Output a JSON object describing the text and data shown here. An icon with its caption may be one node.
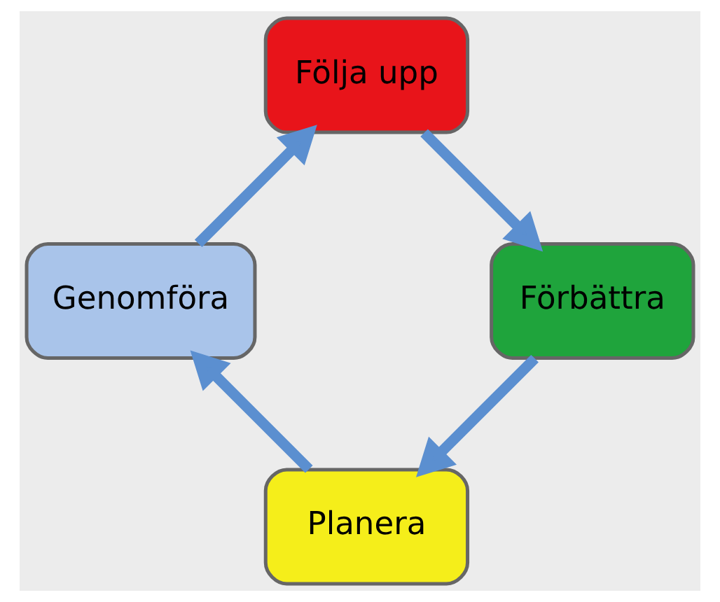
{
  "diagram": {
    "nodes": [
      {
        "text": [
          "Planera"
        ]
      },
      {
        "text": [
          "Genomföra"
        ]
      },
      {
        "text": [
          "Följa upp"
        ]
      },
      {
        "text": [
          "Förbättra"
        ]
      }
    ],
    "edges": [
      {
        "from": 0,
        "to": 1,
        "arrow": "to"
      },
      {
        "from": 1,
        "to": 2,
        "arrow": "to"
      },
      {
        "from": 2,
        "to": 3,
        "arrow": "to"
      },
      {
        "from": 3,
        "to": 0,
        "arrow": "to"
      }
    ]
  }
}
